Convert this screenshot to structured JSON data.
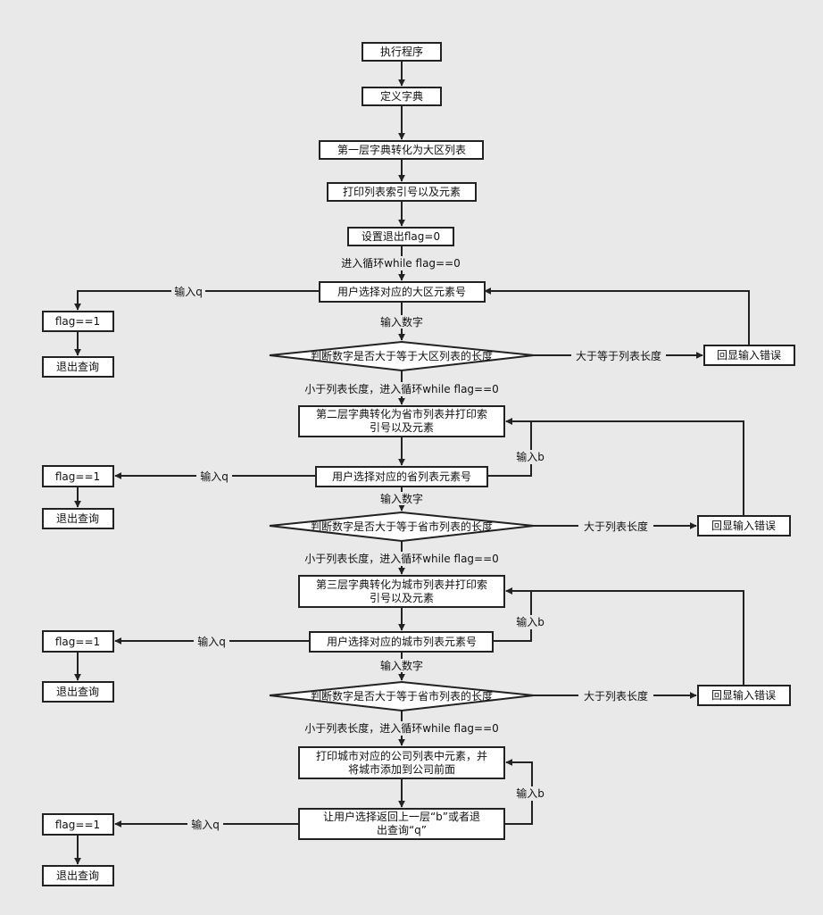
{
  "nodes": {
    "start": "执行程序",
    "define_dict": "定义字典",
    "l1_convert": "第一层字典转化为大区列表",
    "print_l1": "打印列表索引号以及元素",
    "set_flag": "设置退出flag=0",
    "select_region": "用户选择对应的大区元素号",
    "flag1": "flag==1",
    "quit1": "退出查询",
    "judge1": "判断数字是否大于等于大区列表的长度",
    "error1": "回显输入错误",
    "l2_convert_line1": "第二层字典转化为省市列表并打印索",
    "l2_convert_line2": "引号以及元素",
    "select_province": "用户选择对应的省列表元素号",
    "flag2": "flag==1",
    "quit2": "退出查询",
    "judge2": "判断数字是否大于等于省市列表的长度",
    "error2": "回显输入错误",
    "l3_convert_line1": "第三层字典转化为城市列表并打印索",
    "l3_convert_line2": "引号以及元素",
    "select_city": "用户选择对应的城市列表元素号",
    "flag3": "flag==1",
    "quit3": "退出查询",
    "judge3": "判断数字是否大于等于省市列表的长度",
    "error3": "回显输入错误",
    "print_company_line1": "打印城市对应的公司列表中元素，并",
    "print_company_line2": "将城市添加到公司前面",
    "choose_back_line1": "让用户选择返回上一层“b”或者退",
    "choose_back_line2": "出查询“q”",
    "flag4": "flag==1",
    "quit4": "退出查询"
  },
  "edge_labels": {
    "enter_loop": "进入循环while flag==0",
    "input_q1": "输入q",
    "input_num1": "输入数字",
    "ge_len1": "大于等于列表长度",
    "lt_len1": "小于列表长度，进入循环while flag==0",
    "input_b2": "输入b",
    "input_q2": "输入q",
    "input_num2": "输入数字",
    "gt_len2": "大于列表长度",
    "lt_len2": "小于列表长度，进入循环while flag==0",
    "input_b3": "输入b",
    "input_q3": "输入q",
    "input_num3": "输入数字",
    "gt_len3": "大于列表长度",
    "lt_len3": "小于列表长度，进入循环while flag==0",
    "input_b4": "输入b",
    "input_q4": "输入q"
  }
}
